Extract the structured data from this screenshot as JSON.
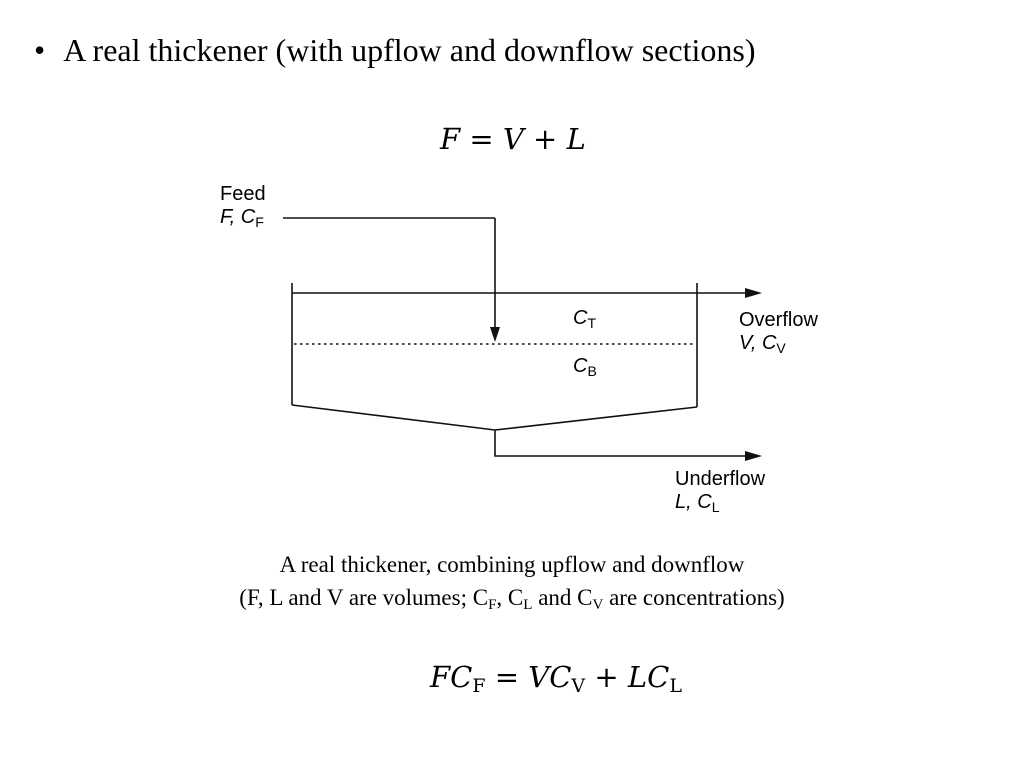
{
  "slide": {
    "bullet_char": "•",
    "bullet_text": "A real thickener (with upflow and downflow sections)"
  },
  "equations": {
    "top": {
      "F": "F",
      "eq": " = ",
      "V": "V",
      "plus": " + ",
      "L": "L"
    },
    "bottom": {
      "FC": "FC",
      "F_sub": "F",
      "eq": " = ",
      "VC": "VC",
      "V_sub": "V",
      "plus": " + ",
      "LC": "LC",
      "L_sub": "L"
    }
  },
  "diagram": {
    "feed_label": "Feed",
    "feed_vars": "F, C",
    "feed_sub": "F",
    "top_conc": "C",
    "top_conc_sub": "T",
    "bottom_conc": "C",
    "bottom_conc_sub": "B",
    "overflow_label": "Overflow",
    "overflow_vars": "V, C",
    "overflow_sub": "V",
    "underflow_label": "Underflow",
    "underflow_vars": "L, C",
    "underflow_sub": "L"
  },
  "caption": {
    "line1": "A real thickener, combining upflow and downflow",
    "line2_a": "(F, L and V are volumes; C",
    "sub_F": "F",
    "line2_b": ", C",
    "sub_L": "L",
    "line2_c": " and C",
    "sub_V": "V",
    "line2_d": " are concentrations)"
  }
}
